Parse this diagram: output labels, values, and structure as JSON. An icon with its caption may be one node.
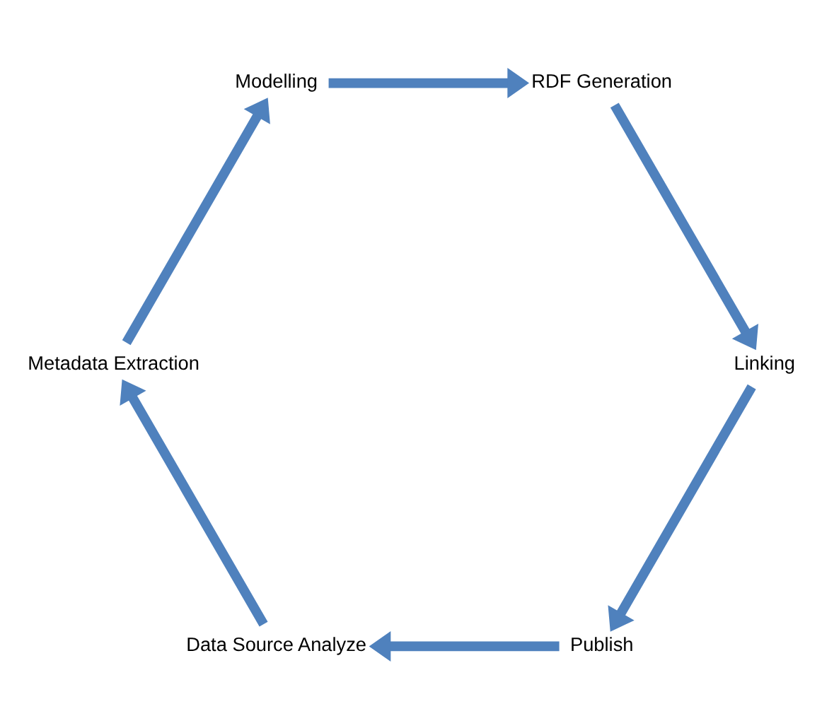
{
  "diagram": {
    "nodes": [
      {
        "text": [
          "Publish"
        ]
      },
      {
        "text": [
          "Data Source Analyze"
        ]
      },
      {
        "text": [
          "Metadata Extraction"
        ]
      },
      {
        "text": [
          "Modelling"
        ]
      },
      {
        "text": [
          "RDF Generation"
        ]
      },
      {
        "text": [
          "Linking"
        ]
      }
    ],
    "edges": [
      {
        "from": 0,
        "to": 1,
        "arrow": "to"
      },
      {
        "from": 1,
        "to": 2,
        "arrow": "to"
      },
      {
        "from": 2,
        "to": 3,
        "arrow": "to"
      },
      {
        "from": 3,
        "to": 4,
        "arrow": "to"
      },
      {
        "from": 4,
        "to": 5,
        "arrow": "to"
      },
      {
        "from": 5,
        "to": 0,
        "arrow": "to"
      }
    ]
  }
}
